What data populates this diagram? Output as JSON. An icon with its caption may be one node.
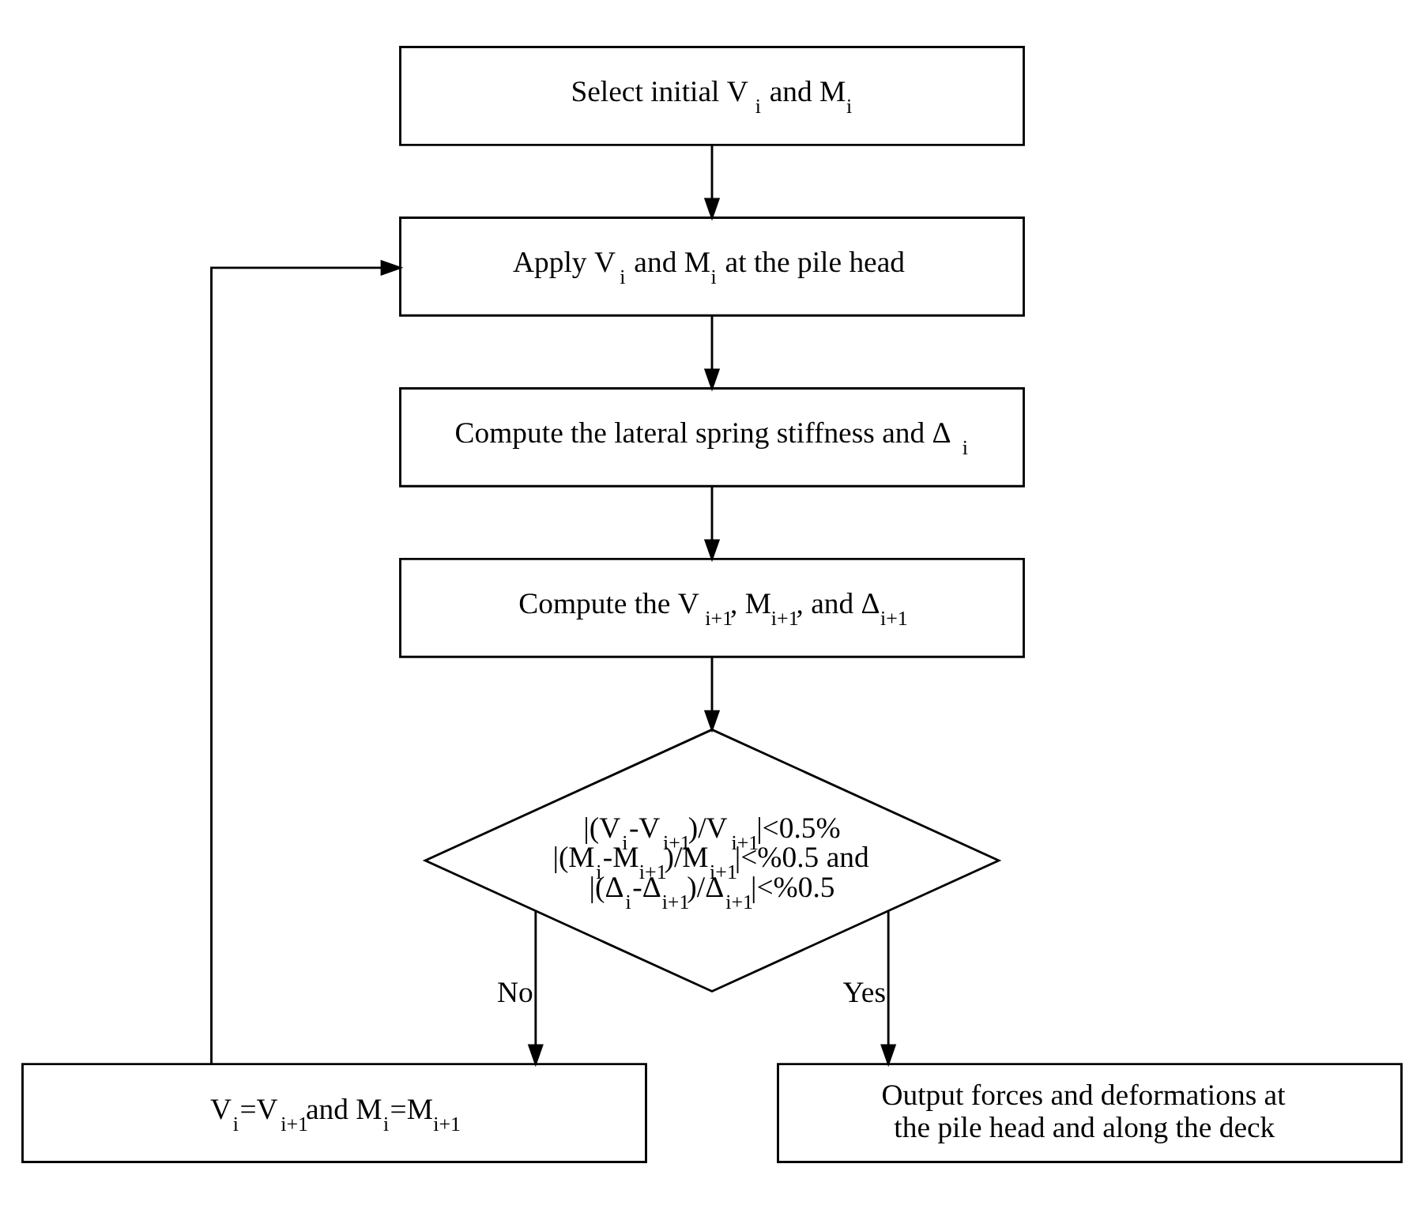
{
  "diagram": {
    "nodes": [
      {
        "text": [
          "Select initial V$_{i}$ and M$_{i}$"
        ]
      },
      {
        "text": [
          "Apply V$_{i}$ and M$_{i}$ at the pile head"
        ]
      },
      {
        "text": [
          "Compute the lateral spring stiffness and Δ$_{i}$"
        ]
      },
      {
        "text": [
          "Compute the V$_{i+1}$, M$_{i+1}$, and Δ$_{i+1}$"
        ]
      },
      {
        "text": [
          "|(V$_{i}$-V$_{i+1}$)/V$_{i+1}$|<0.5% |(M$_{i}$-M$_{i+1}$)/M$_{i+1}$|<%0.5 and |(Δ$_{i}$-Δ$_{i+1}$)/Δ$_{i+1}$|<%0.5"
        ]
      },
      {
        "text": [
          "V$_{i}$=V$_{i+1}$and M$_{i}$=M$_{i+1}$"
        ]
      },
      {
        "text": [
          "Output forces and deformations at the pile head and along the deck"
        ]
      }
    ],
    "edges": [
      {
        "from": 0,
        "to": 1,
        "arrow": "to"
      },
      {
        "from": 1,
        "to": 2,
        "arrow": "to"
      },
      {
        "from": 2,
        "to": 3,
        "arrow": "to"
      },
      {
        "from": 3,
        "to": 4,
        "arrow": "to"
      },
      {
        "from": 4,
        "to": 6,
        "arrow": "to",
        "label": "Yes"
      },
      {
        "from": 4,
        "to": 5,
        "arrow": "to",
        "label": "No"
      },
      {
        "from": 5,
        "to": 1,
        "arrow": "to"
      }
    ]
  }
}
